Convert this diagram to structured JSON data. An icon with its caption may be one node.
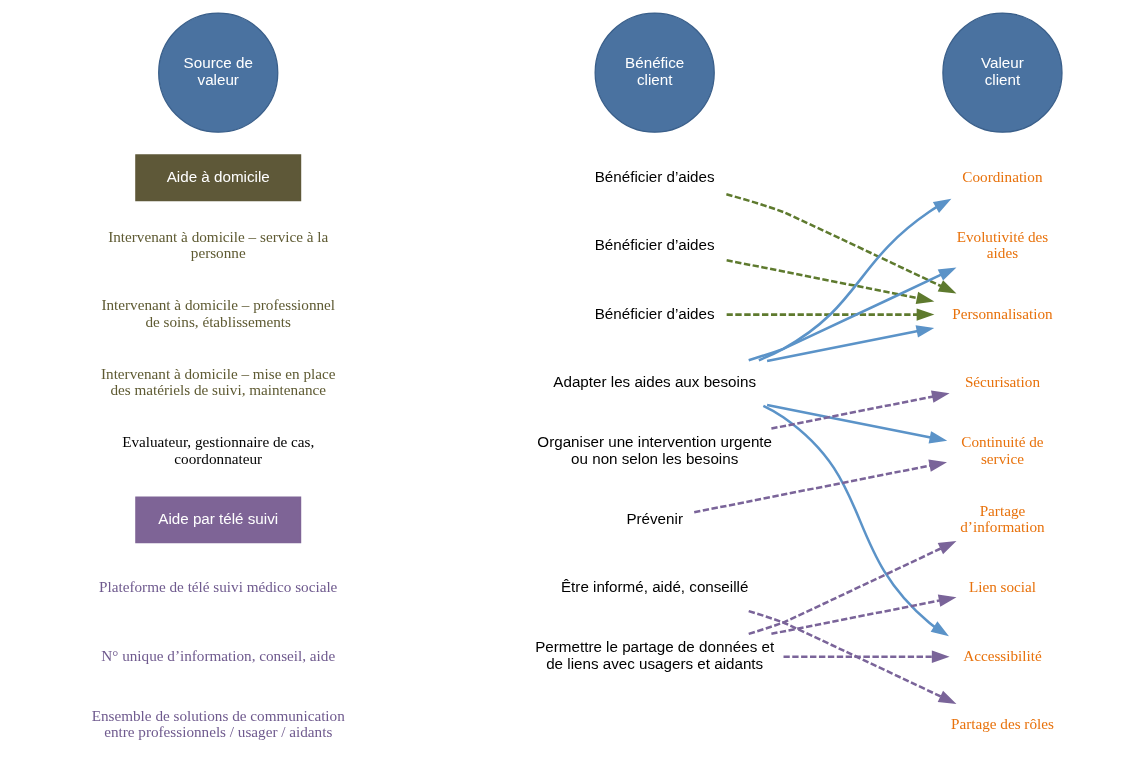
{
  "diagram": {
    "nodes": [
      {
        "text": [
          "Source de valeur"
        ]
      },
      {
        "text": [
          "Bénéfice client"
        ]
      },
      {
        "text": [
          "Valeur client"
        ]
      },
      {
        "text": [
          "Aide à domicile"
        ]
      },
      {
        "text": [
          "Aide par télé suivi"
        ]
      },
      {
        "text": [
          "Bénéficier d’aides"
        ]
      },
      {
        "text": [
          "Bénéficier d’aides"
        ]
      },
      {
        "text": [
          "Bénéficier d’aides"
        ]
      },
      {
        "text": [
          "Adapter les aides aux besoins"
        ]
      },
      {
        "text": [
          "Organiser une intervention urgente ou non selon les besoins"
        ]
      },
      {
        "text": [
          "Prévenir"
        ]
      },
      {
        "text": [
          "Être informé, aidé, conseillé"
        ]
      },
      {
        "text": [
          "Permettre le partage de données et de liens avec usagers et aidants"
        ]
      },
      {
        "text": [
          "Coordination"
        ]
      },
      {
        "text": [
          "Evolutivité des aides"
        ]
      },
      {
        "text": [
          "Personnalisation"
        ]
      },
      {
        "text": [
          "Sécurisation"
        ]
      },
      {
        "text": [
          "Continuité de service"
        ]
      },
      {
        "text": [
          "Partage d’information"
        ]
      },
      {
        "text": [
          "Lien social"
        ]
      },
      {
        "text": [
          "Accessibilité"
        ]
      },
      {
        "text": [
          "Partage des rôles"
        ]
      }
    ],
    "edges": [
      {
        "from": 5,
        "to": 15,
        "arrow": "to",
        "style": "dashed",
        "color": "#5e7a2e"
      },
      {
        "from": 6,
        "to": 15,
        "arrow": "to",
        "style": "dashed",
        "color": "#5e7a2e"
      },
      {
        "from": 7,
        "to": 15,
        "arrow": "to",
        "style": "dashed",
        "color": "#5e7a2e"
      },
      {
        "from": 8,
        "to": 13,
        "arrow": "to",
        "color": "#5b93c8"
      },
      {
        "from": 8,
        "to": 14,
        "arrow": "to",
        "color": "#5b93c8"
      },
      {
        "from": 8,
        "to": 15,
        "arrow": "to",
        "color": "#5b93c8"
      },
      {
        "from": 8,
        "to": 17,
        "arrow": "to",
        "color": "#5b93c8"
      },
      {
        "from": 8,
        "to": 20,
        "arrow": "to",
        "color": "#5b93c8"
      },
      {
        "from": 9,
        "to": 16,
        "arrow": "to",
        "style": "dashed",
        "color": "#7a6499"
      },
      {
        "from": 10,
        "to": 17,
        "arrow": "to",
        "style": "dashed",
        "color": "#7a6499"
      },
      {
        "from": 11,
        "to": 21,
        "arrow": "to",
        "style": "dashed",
        "color": "#7a6499"
      },
      {
        "from": 12,
        "to": 18,
        "arrow": "to",
        "style": "dashed",
        "color": "#7a6499"
      },
      {
        "from": 12,
        "to": 19,
        "arrow": "to",
        "style": "dashed",
        "color": "#7a6499"
      },
      {
        "from": 12,
        "to": 20,
        "arrow": "to",
        "style": "dashed",
        "color": "#7a6499"
      }
    ],
    "labels": [
      "Intervenant à domicile – service à la personne",
      "Intervenant à domicile – professionnel de soins, établissements",
      "Intervenant à domicile – mise en place des matériels de suivi, maintenance",
      "Evaluateur, gestionnaire de cas, coordonnateur",
      "Plateforme de télé suivi médico sociale",
      "N° unique d’information, conseil, aide",
      "Ensemble de solutions de communication entre professionnels / usager / aidants"
    ]
  }
}
